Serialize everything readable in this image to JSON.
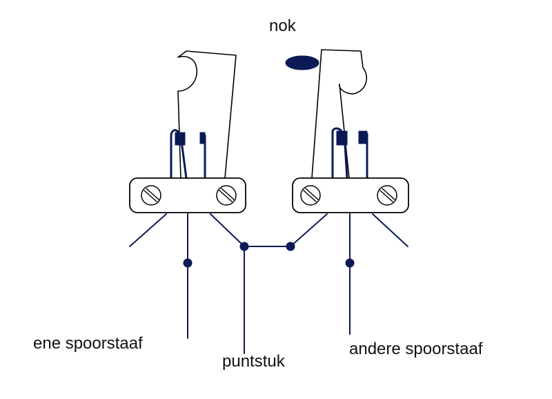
{
  "labels": {
    "nok": "nok",
    "ene_spoorstaaf": "ene spoorstaaf",
    "puntstuk": "puntstuk",
    "andere_spoorstaaf": "andere spoorstaaf"
  },
  "colors": {
    "wire": "#0b1a55",
    "outline": "#000000",
    "text": "#111111",
    "background": "#ffffff"
  }
}
